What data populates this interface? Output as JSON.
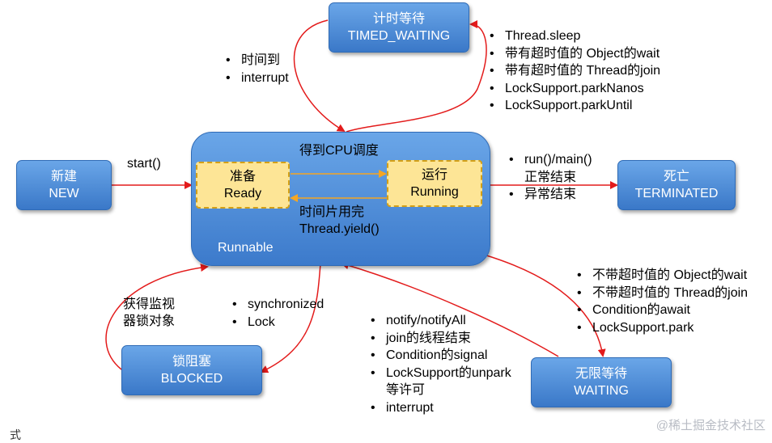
{
  "states": {
    "timed_waiting": {
      "cn": "计时等待",
      "en": "TIMED_WAITING"
    },
    "new": {
      "cn": "新建",
      "en": "NEW"
    },
    "terminated": {
      "cn": "死亡",
      "en": "TERMINATED"
    },
    "blocked": {
      "cn": "锁阻塞",
      "en": "BLOCKED"
    },
    "waiting": {
      "cn": "无限等待",
      "en": "WAITING"
    },
    "runnable": {
      "label": "Runnable"
    },
    "ready": {
      "cn": "准备",
      "en": "Ready"
    },
    "running": {
      "cn": "运行",
      "en": "Running"
    }
  },
  "labels": {
    "start": "start()",
    "cpu_schedule": "得到CPU调度",
    "time_slice": "时间片用完",
    "yield": "Thread.yield()",
    "acquire_monitor_1": "获得监视",
    "acquire_monitor_2": "器锁对象"
  },
  "lists": {
    "timed_back": [
      "时间到",
      "interrupt"
    ],
    "timed_enter": [
      "Thread.sleep",
      "带有超时值的 Object的wait",
      "带有超时值的 Thread的join",
      "LockSupport.parkNanos",
      "LockSupport.parkUntil"
    ],
    "terminate": {
      "item1_line1": "run()/main()",
      "item1_line2": "正常结束",
      "item2": "异常结束"
    },
    "blocked_enter": [
      "synchronized",
      "Lock"
    ],
    "waiting_enter": [
      "不带超时值的 Object的wait",
      "不带超时值的 Thread的join",
      "Condition的await",
      "LockSupport.park"
    ],
    "waiting_back": {
      "items": [
        "notify/notifyAll",
        "join的线程结束",
        "Condition的signal"
      ],
      "unpark_line1": "LockSupport的unpark",
      "unpark_line2": "等许可",
      "last": "interrupt"
    }
  },
  "watermark": "@稀土掘金技术社区",
  "corner_text": "式",
  "colors": {
    "arrow_red": "#e31b1b",
    "arrow_orange": "#f5a623",
    "state_blue": "#4a89d8",
    "inner_yellow": "#fde596"
  }
}
